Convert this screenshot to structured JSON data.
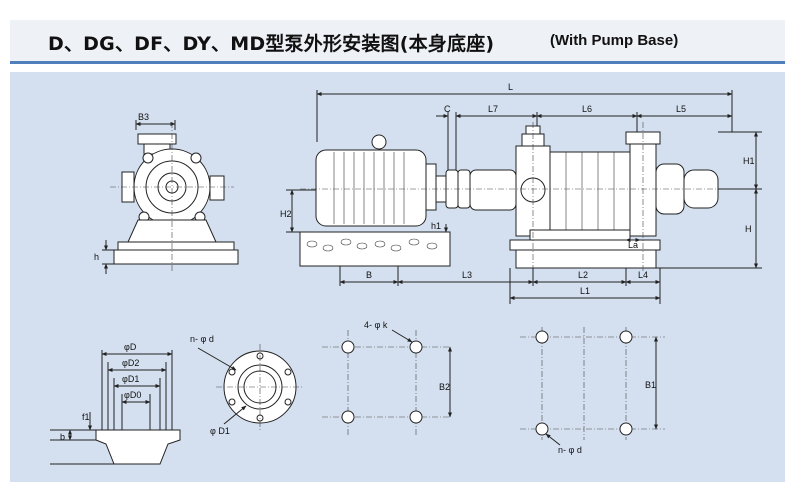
{
  "header": {
    "title_cn": "D、DG、DF、DY、MD型泵外形安装图(本身底座)",
    "title_en": "(With Pump Base)"
  },
  "labels": {
    "L": "L",
    "C": "C",
    "L7": "L7",
    "L6": "L6",
    "L5": "L5",
    "H1": "H1",
    "H": "H",
    "H2": "H2",
    "h1": "h1",
    "h": "h",
    "B": "B",
    "B3": "B3",
    "L3": "L3",
    "L2": "L2",
    "L4": "L4",
    "L1": "L1",
    "La": "La",
    "phiD": "φD",
    "phiD2": "φD2",
    "phiD1_flange": "φD1",
    "phiD0": "φD0",
    "f1": "f1",
    "b": "b",
    "n_phi_d_flange": "n- φ d",
    "phiD1": "φ D1",
    "four_phi_k": "4- φ k",
    "B2": "B2",
    "B1": "B1",
    "n_phi_d_base": "n- φ d"
  },
  "colors": {
    "panel": "#d4e0ef",
    "title_bg": "#eef1f6",
    "title_rule": "#4f7fbd"
  }
}
